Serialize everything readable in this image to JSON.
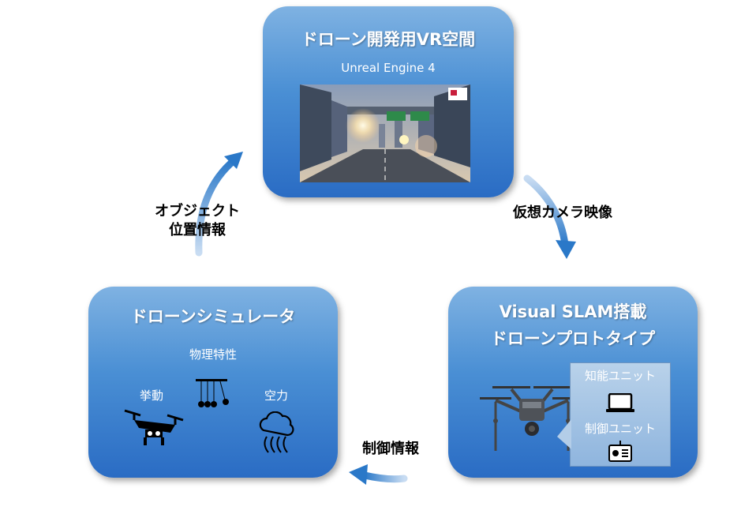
{
  "top": {
    "title": "ドローン開発用VR空間",
    "subtitle": "Unreal Engine 4"
  },
  "left": {
    "title": "ドローンシミュレータ",
    "physics_label": "物理特性",
    "motion_label": "挙動",
    "aero_label": "空力"
  },
  "right": {
    "title_line1": "Visual SLAM搭載",
    "title_line2": "ドローンプロトタイプ",
    "unit1_label": "知能ユニット",
    "unit2_label": "制御ユニット"
  },
  "arrows": {
    "object_position_line1": "オブジェクト",
    "object_position_line2": "位置情報",
    "camera_video": "仮想カメラ映像",
    "control_info": "制御情報"
  },
  "colors": {
    "box_top": "#7fb2e2",
    "box_bottom": "#2a6cc4",
    "arrow": "#2a78c8"
  }
}
